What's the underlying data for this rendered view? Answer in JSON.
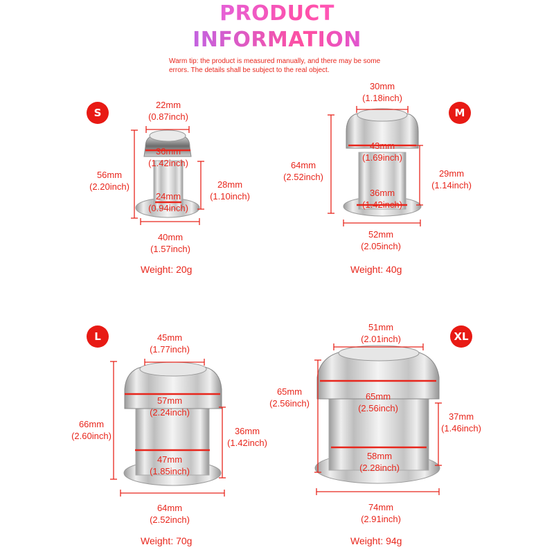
{
  "header": {
    "title_line1": "PRODUCT",
    "title_line2": "INFORMATION",
    "tip": "Warm tip: the product is measured manually, and there may be some errors. The details shall be subject to the real object."
  },
  "colors": {
    "accent": "#e8261c",
    "badge": "#e81a14",
    "title_gradient": [
      "#d56bf5",
      "#ff4fa8",
      "#a66cff"
    ]
  },
  "products": {
    "s": {
      "badge": "S",
      "top": {
        "mm": "22mm",
        "inch": "(0.87inch)"
      },
      "rim": {
        "mm": "36mm",
        "inch": "(1.42inch)"
      },
      "inner": {
        "mm": "24mm",
        "inch": "(0.94inch)"
      },
      "height": {
        "mm": "56mm",
        "inch": "(2.20inch)"
      },
      "depth": {
        "mm": "28mm",
        "inch": "(1.10inch)"
      },
      "base": {
        "mm": "40mm",
        "inch": "(1.57inch)"
      },
      "weight": "Weight:  20g"
    },
    "m": {
      "badge": "M",
      "top": {
        "mm": "30mm",
        "inch": "(1.18inch)"
      },
      "rim": {
        "mm": "43mm",
        "inch": "(1.69inch)"
      },
      "inner": {
        "mm": "36mm",
        "inch": "(1.42inch)"
      },
      "height": {
        "mm": "64mm",
        "inch": "(2.52inch)"
      },
      "depth": {
        "mm": "29mm",
        "inch": "(1.14inch)"
      },
      "base": {
        "mm": "52mm",
        "inch": "(2.05inch)"
      },
      "weight": "Weight:  40g"
    },
    "l": {
      "badge": "L",
      "top": {
        "mm": "45mm",
        "inch": "(1.77inch)"
      },
      "rim": {
        "mm": "57mm",
        "inch": "(2.24inch)"
      },
      "inner": {
        "mm": "47mm",
        "inch": "(1.85inch)"
      },
      "height": {
        "mm": "66mm",
        "inch": "(2.60inch)"
      },
      "depth": {
        "mm": "36mm",
        "inch": "(1.42inch)"
      },
      "base": {
        "mm": "64mm",
        "inch": "(2.52inch)"
      },
      "weight": "Weight:  70g"
    },
    "xl": {
      "badge": "XL",
      "top": {
        "mm": "51mm",
        "inch": "(2.01inch)"
      },
      "rim": {
        "mm": "65mm",
        "inch": "(2.56inch)"
      },
      "inner": {
        "mm": "58mm",
        "inch": "(2.28inch)"
      },
      "height": {
        "mm": "65mm",
        "inch": "(2.56inch)"
      },
      "depth": {
        "mm": "37mm",
        "inch": "(1.46inch)"
      },
      "base": {
        "mm": "74mm",
        "inch": "(2.91inch)"
      },
      "weight": "Weight:  94g"
    }
  }
}
